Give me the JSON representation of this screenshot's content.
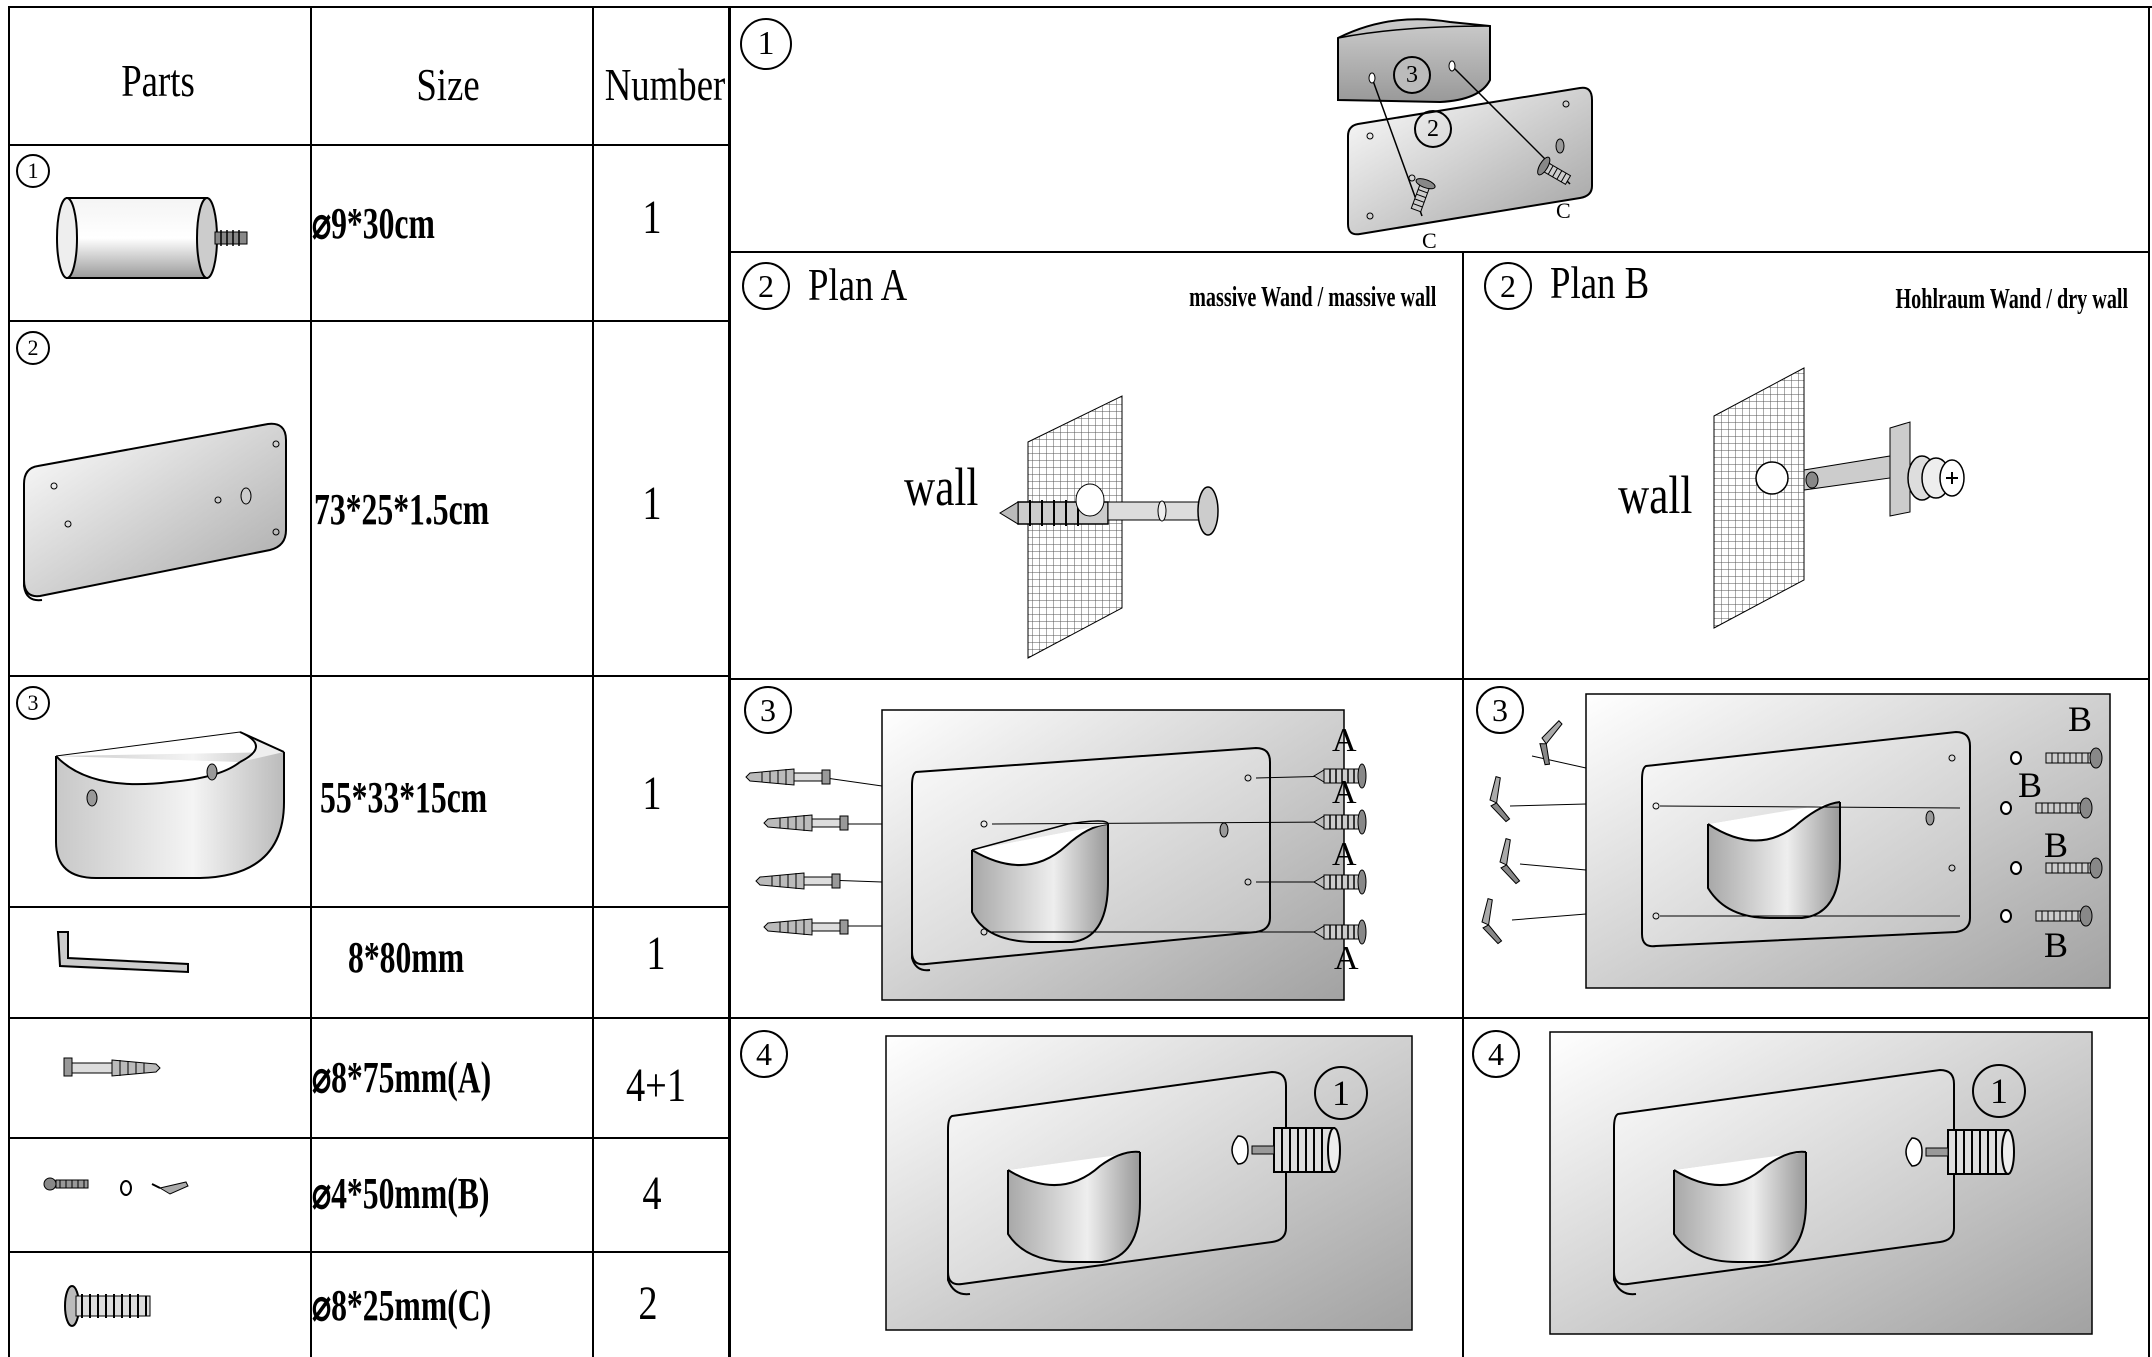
{
  "table": {
    "headers": {
      "parts": "Parts",
      "size": "Size",
      "number": "Number"
    },
    "rows": [
      {
        "marker": "1",
        "icon": "rod-part-icon",
        "size": "⌀9*30cm",
        "number": "1"
      },
      {
        "marker": "2",
        "icon": "wall-plate-icon",
        "size": "73*25*1.5cm",
        "number": "1"
      },
      {
        "marker": "3",
        "icon": "half-round-holder-icon",
        "size": "55*33*15cm",
        "number": "1"
      },
      {
        "marker": "",
        "icon": "hex-key-icon",
        "size": "8*80mm",
        "number": "1"
      },
      {
        "marker": "",
        "icon": "wall-anchor-icon",
        "size": "⌀8*75mm(A)",
        "number": "4+1"
      },
      {
        "marker": "",
        "icon": "toggle-bolt-icon",
        "size": "⌀4*50mm(B)",
        "number": "4"
      },
      {
        "marker": "",
        "icon": "screw-c-icon",
        "size": "⌀8*25mm(C)",
        "number": "2"
      }
    ]
  },
  "steps": {
    "step1": {
      "marker": "1",
      "labels": {
        "part3": "3",
        "part2": "2",
        "screw": "C"
      }
    },
    "planA": {
      "marker": "2",
      "title": "Plan A",
      "note": "massive Wand / massive wall",
      "wall_label": "wall"
    },
    "planB": {
      "marker": "2",
      "title": "Plan B",
      "note": "Hohlraum Wand / dry wall",
      "wall_label": "wall"
    },
    "step3A": {
      "marker": "3",
      "screw_label": "A"
    },
    "step3B": {
      "marker": "3",
      "screw_label": "B"
    },
    "step4A": {
      "marker": "4",
      "part_marker": "1"
    },
    "step4B": {
      "marker": "4",
      "part_marker": "1"
    }
  }
}
